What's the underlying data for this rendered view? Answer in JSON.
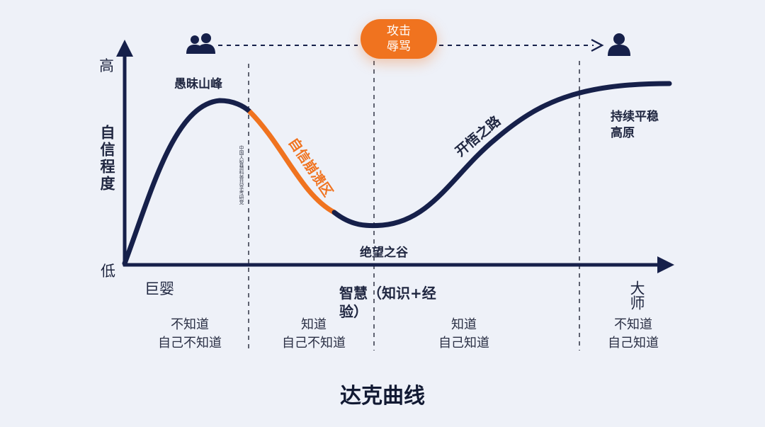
{
  "diagram": {
    "title": "达克曲线",
    "y_axis": {
      "label": "自信程度",
      "high": "高",
      "low": "低"
    },
    "x_axis": {
      "label_line1": "智慧（知识+经",
      "label_line2": "验）",
      "start": "巨婴",
      "end": "大师"
    },
    "top_bar": {
      "line1": "攻击",
      "line2": "辱骂"
    },
    "peak": "愚昧山峰",
    "collapse": "自信崩溃区",
    "valley": "绝望之谷",
    "slope": "开悟之路",
    "plateau_line1": "持续平稳",
    "plateau_line2": "高原",
    "watermark": "中国人智慧科普共享考研党",
    "stages": [
      {
        "line1": "不知道",
        "line2": "自己不知道"
      },
      {
        "line1": "知道",
        "line2": "自己不知道"
      },
      {
        "line1": "知道",
        "line2": "自己知道"
      },
      {
        "line1": "不知道",
        "line2": "自己知道"
      }
    ],
    "colors": {
      "navy": "#16204a",
      "accent": "#f0731f",
      "dash": "#3a3f4f",
      "background": "#eef1f8"
    },
    "icons": {
      "left": "group-users-icon",
      "right": "single-user-icon"
    }
  }
}
